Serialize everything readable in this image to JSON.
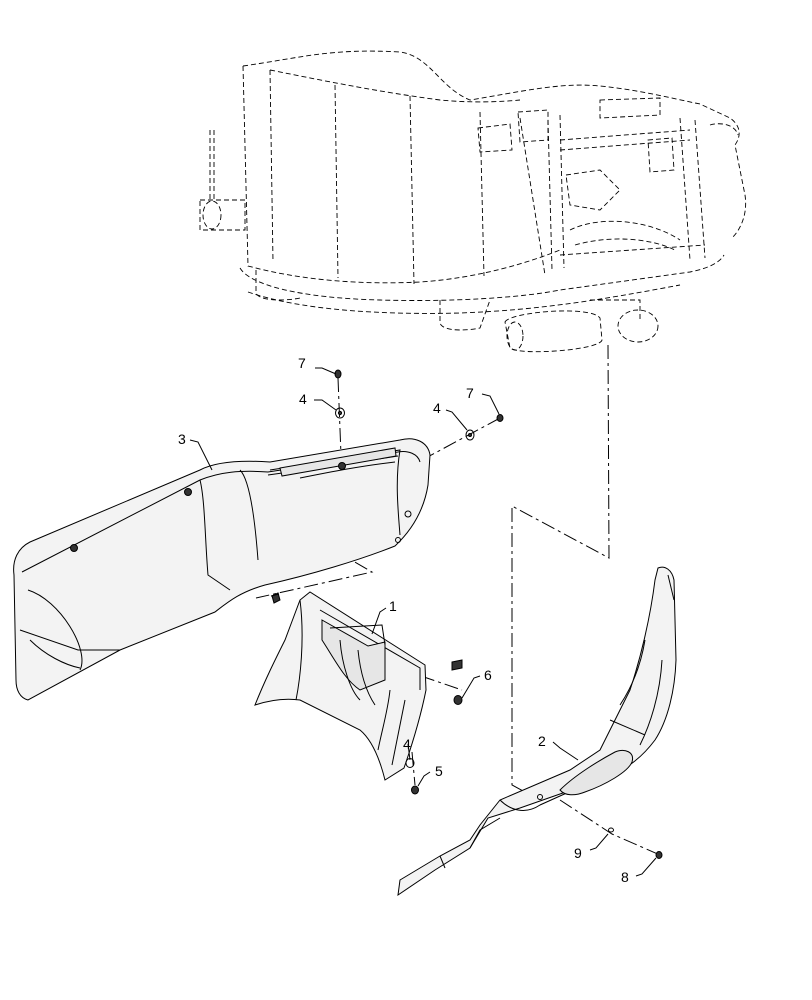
{
  "callouts": [
    {
      "id": "c7a",
      "text": "7"
    },
    {
      "id": "c4a",
      "text": "4"
    },
    {
      "id": "c4b",
      "text": "4"
    },
    {
      "id": "c7b",
      "text": "7"
    },
    {
      "id": "c3",
      "text": "3"
    },
    {
      "id": "c1",
      "text": "1"
    },
    {
      "id": "c6",
      "text": "6"
    },
    {
      "id": "c4c",
      "text": "4"
    },
    {
      "id": "c5",
      "text": "5"
    },
    {
      "id": "c2",
      "text": "2"
    },
    {
      "id": "c9",
      "text": "9"
    },
    {
      "id": "c8",
      "text": "8"
    }
  ]
}
